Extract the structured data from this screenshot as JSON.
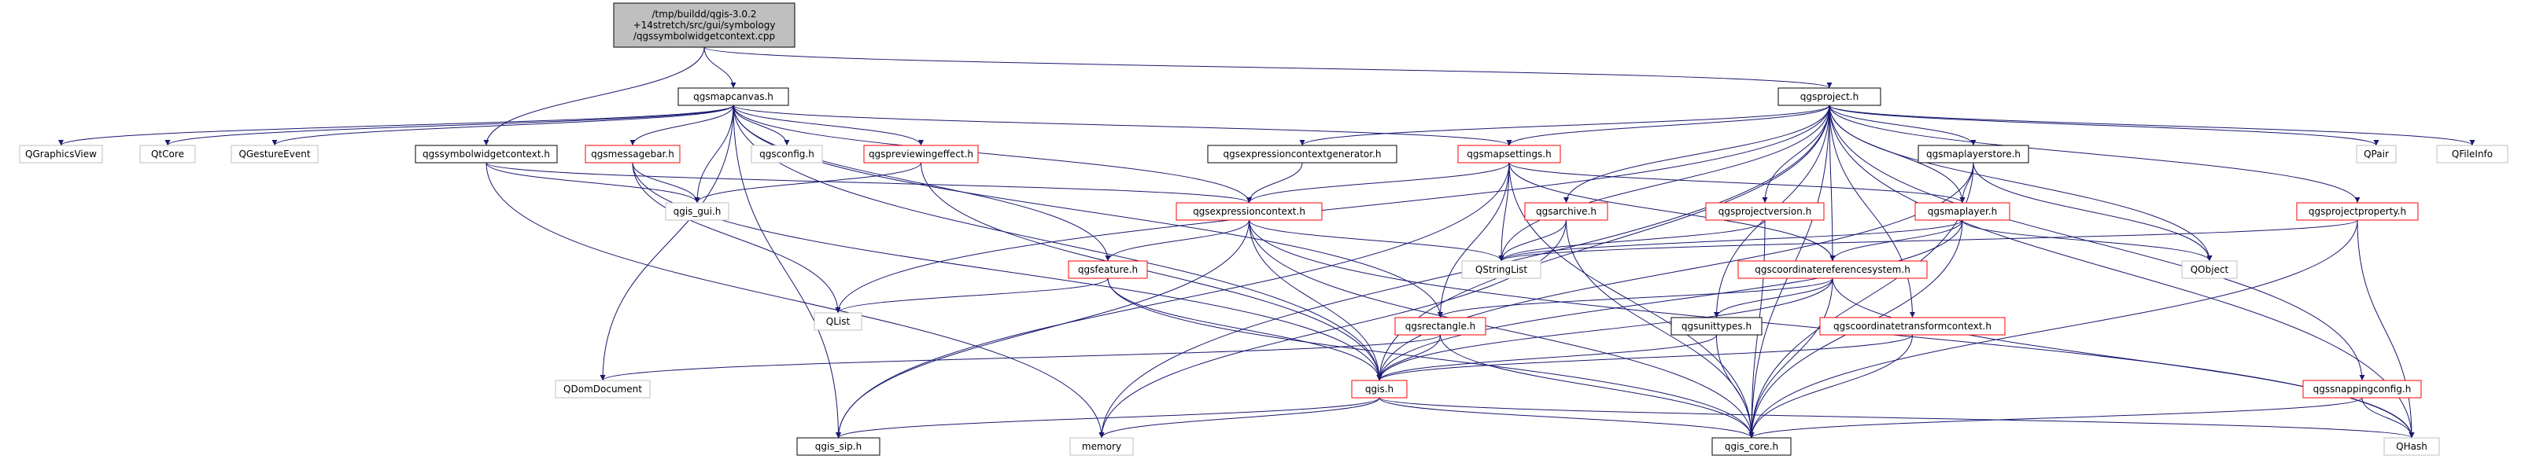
{
  "colors": {
    "edge": "#191970",
    "root_fill": "#bfbfbf",
    "node_fill": "#ffffff",
    "normal_border": "#000000",
    "link_border": "#ff0000",
    "external_border": "#bfbfbf",
    "external_text": "#7f7f7f"
  },
  "nodes": {
    "root": {
      "lines": [
        "/tmp/buildd/qgis-3.0.2",
        "+14stretch/src/gui/symbology",
        "/qgssymbolwidgetcontext.cpp"
      ],
      "kind": "root"
    },
    "qgsmapcanvas": {
      "lines": [
        "qgsmapcanvas.h"
      ],
      "kind": "normal"
    },
    "qgsproject": {
      "lines": [
        "qgsproject.h"
      ],
      "kind": "normal"
    },
    "QGraphicsView": {
      "lines": [
        "QGraphicsView"
      ],
      "kind": "external"
    },
    "QtCore": {
      "lines": [
        "QtCore"
      ],
      "kind": "external"
    },
    "QGestureEvent": {
      "lines": [
        "QGestureEvent"
      ],
      "kind": "external"
    },
    "qgssymbolwidgetcontext": {
      "lines": [
        "qgssymbolwidgetcontext.h"
      ],
      "kind": "normal"
    },
    "qgsmessagebar": {
      "lines": [
        "qgsmessagebar.h"
      ],
      "kind": "link"
    },
    "qgsconfig": {
      "lines": [
        "qgsconfig.h"
      ],
      "kind": "external"
    },
    "qgspreviewingeffect": {
      "lines": [
        "qgspreviewingeffect.h"
      ],
      "kind": "link"
    },
    "qgsexpressioncontextgenerator": {
      "lines": [
        "qgsexpressioncontextgenerator.h"
      ],
      "kind": "normal"
    },
    "qgsmapsettings": {
      "lines": [
        "qgsmapsettings.h"
      ],
      "kind": "link"
    },
    "qgsmaplayerstore": {
      "lines": [
        "qgsmaplayerstore.h"
      ],
      "kind": "normal"
    },
    "QPair": {
      "lines": [
        "QPair"
      ],
      "kind": "external"
    },
    "QFileInfo": {
      "lines": [
        "QFileInfo"
      ],
      "kind": "external"
    },
    "qgis_gui": {
      "lines": [
        "qgis_gui.h"
      ],
      "kind": "external"
    },
    "qgsexpressioncontext": {
      "lines": [
        "qgsexpressioncontext.h"
      ],
      "kind": "link"
    },
    "qgsarchive": {
      "lines": [
        "qgsarchive.h"
      ],
      "kind": "link"
    },
    "qgsprojectversion": {
      "lines": [
        "qgsprojectversion.h"
      ],
      "kind": "link"
    },
    "qgsmaplayer": {
      "lines": [
        "qgsmaplayer.h"
      ],
      "kind": "link"
    },
    "qgsprojectproperty": {
      "lines": [
        "qgsprojectproperty.h"
      ],
      "kind": "link"
    },
    "QStringList": {
      "lines": [
        "QStringList"
      ],
      "kind": "external"
    },
    "QObject": {
      "lines": [
        "QObject"
      ],
      "kind": "external"
    },
    "qgsfeature": {
      "lines": [
        "qgsfeature.h"
      ],
      "kind": "link"
    },
    "qgscoordinatereferencesystem": {
      "lines": [
        "qgscoordinatereferencesystem.h"
      ],
      "kind": "link"
    },
    "QList": {
      "lines": [
        "QList"
      ],
      "kind": "external"
    },
    "qgsrectangle": {
      "lines": [
        "qgsrectangle.h"
      ],
      "kind": "link"
    },
    "qgsunittypes": {
      "lines": [
        "qgsunittypes.h"
      ],
      "kind": "normal"
    },
    "qgscoordinatetransformcontext": {
      "lines": [
        "qgscoordinatetransformcontext.h"
      ],
      "kind": "link"
    },
    "QDomDocument": {
      "lines": [
        "QDomDocument"
      ],
      "kind": "external"
    },
    "qgis": {
      "lines": [
        "qgis.h"
      ],
      "kind": "link"
    },
    "qgssnappingconfig": {
      "lines": [
        "qgssnappingconfig.h"
      ],
      "kind": "link"
    },
    "qgis_sip": {
      "lines": [
        "qgis_sip.h"
      ],
      "kind": "normal"
    },
    "memory": {
      "lines": [
        "memory"
      ],
      "kind": "external"
    },
    "qgis_core": {
      "lines": [
        "qgis_core.h"
      ],
      "kind": "normal"
    },
    "QHash": {
      "lines": [
        "QHash"
      ],
      "kind": "external"
    }
  },
  "edges": [
    [
      "root",
      "qgsmapcanvas"
    ],
    [
      "root",
      "qgsproject"
    ],
    [
      "root",
      "qgssymbolwidgetcontext"
    ],
    [
      "qgsmapcanvas",
      "QGraphicsView"
    ],
    [
      "qgsmapcanvas",
      "QtCore"
    ],
    [
      "qgsmapcanvas",
      "QGestureEvent"
    ],
    [
      "qgsmapcanvas",
      "qgsconfig"
    ],
    [
      "qgsmapcanvas",
      "qgsmessagebar"
    ],
    [
      "qgsmapcanvas",
      "qgspreviewingeffect"
    ],
    [
      "qgsmapcanvas",
      "qgsmapsettings"
    ],
    [
      "qgsmapcanvas",
      "qgis_gui"
    ],
    [
      "qgsmapcanvas",
      "qgsexpressioncontext"
    ],
    [
      "qgsmapcanvas",
      "qgsfeature"
    ],
    [
      "qgsmapcanvas",
      "qgsrectangle"
    ],
    [
      "qgsmapcanvas",
      "QDomDocument"
    ],
    [
      "qgsmapcanvas",
      "qgis"
    ],
    [
      "qgsmapcanvas",
      "qgis_sip"
    ],
    [
      "qgsproject",
      "qgsexpressioncontextgenerator"
    ],
    [
      "qgsproject",
      "qgsmapsettings"
    ],
    [
      "qgsproject",
      "qgsmaplayerstore"
    ],
    [
      "qgsproject",
      "QPair"
    ],
    [
      "qgsproject",
      "QFileInfo"
    ],
    [
      "qgsproject",
      "qgsarchive"
    ],
    [
      "qgsproject",
      "qgsprojectversion"
    ],
    [
      "qgsproject",
      "qgsmaplayer"
    ],
    [
      "qgsproject",
      "qgsprojectproperty"
    ],
    [
      "qgsproject",
      "QStringList"
    ],
    [
      "qgsproject",
      "QObject"
    ],
    [
      "qgsproject",
      "qgscoordinatereferencesystem"
    ],
    [
      "qgsproject",
      "QList"
    ],
    [
      "qgsproject",
      "qgsunittypes"
    ],
    [
      "qgsproject",
      "qgscoordinatetransformcontext"
    ],
    [
      "qgsproject",
      "qgis"
    ],
    [
      "qgsproject",
      "qgssnappingconfig"
    ],
    [
      "qgsproject",
      "memory"
    ],
    [
      "qgsproject",
      "qgis_core"
    ],
    [
      "qgsproject",
      "QHash"
    ],
    [
      "qgssymbolwidgetcontext",
      "qgis_gui"
    ],
    [
      "qgssymbolwidgetcontext",
      "qgsexpressioncontext"
    ],
    [
      "qgssymbolwidgetcontext",
      "memory"
    ],
    [
      "qgsmessagebar",
      "qgis_gui"
    ],
    [
      "qgsmessagebar",
      "QList"
    ],
    [
      "qgsmessagebar",
      "qgis"
    ],
    [
      "qgspreviewingeffect",
      "qgis_gui"
    ],
    [
      "qgspreviewingeffect",
      "qgis"
    ],
    [
      "qgsexpressioncontextgenerator",
      "qgsexpressioncontext"
    ],
    [
      "qgsmapsettings",
      "qgsexpressioncontext"
    ],
    [
      "qgsmapsettings",
      "QStringList"
    ],
    [
      "qgsmapsettings",
      "qgsmaplayer"
    ],
    [
      "qgsmapsettings",
      "qgscoordinatereferencesystem"
    ],
    [
      "qgsmapsettings",
      "qgsrectangle"
    ],
    [
      "qgsmapsettings",
      "qgis_core"
    ],
    [
      "qgsmapsettings",
      "qgis_sip"
    ],
    [
      "qgsmaplayerstore",
      "qgsmaplayer"
    ],
    [
      "qgsmaplayerstore",
      "QObject"
    ],
    [
      "qgsmaplayerstore",
      "qgis"
    ],
    [
      "qgsmaplayerstore",
      "qgis_core"
    ],
    [
      "qgsexpressioncontext",
      "QStringList"
    ],
    [
      "qgsexpressioncontext",
      "qgsfeature"
    ],
    [
      "qgsexpressioncontext",
      "QHash"
    ],
    [
      "qgsexpressioncontext",
      "qgis"
    ],
    [
      "qgsexpressioncontext",
      "qgis_core"
    ],
    [
      "qgsexpressioncontext",
      "qgis_sip"
    ],
    [
      "qgsarchive",
      "QStringList"
    ],
    [
      "qgsarchive",
      "memory"
    ],
    [
      "qgsarchive",
      "qgis_core"
    ],
    [
      "qgsprojectversion",
      "QStringList"
    ],
    [
      "qgsprojectversion",
      "qgis_core"
    ],
    [
      "qgsmaplayer",
      "QStringList"
    ],
    [
      "qgsmaplayer",
      "QObject"
    ],
    [
      "qgsmaplayer",
      "qgscoordinatereferencesystem"
    ],
    [
      "qgsmaplayer",
      "qgis"
    ],
    [
      "qgsmaplayer",
      "qgis_core"
    ],
    [
      "qgsprojectproperty",
      "QStringList"
    ],
    [
      "qgsprojectproperty",
      "QHash"
    ],
    [
      "qgsprojectproperty",
      "qgis_core"
    ],
    [
      "qgsfeature",
      "QList"
    ],
    [
      "qgsfeature",
      "qgis"
    ],
    [
      "qgsfeature",
      "qgis_core"
    ],
    [
      "qgscoordinatereferencesystem",
      "qgsrectangle"
    ],
    [
      "qgscoordinatereferencesystem",
      "qgsunittypes"
    ],
    [
      "qgscoordinatereferencesystem",
      "qgis"
    ],
    [
      "qgscoordinatereferencesystem",
      "QHash"
    ],
    [
      "qgscoordinatereferencesystem",
      "qgis_core"
    ],
    [
      "qgsrectangle",
      "QDomDocument"
    ],
    [
      "qgsrectangle",
      "qgis"
    ],
    [
      "qgsrectangle",
      "qgis_core"
    ],
    [
      "qgsunittypes",
      "qgis"
    ],
    [
      "qgsunittypes",
      "qgis_core"
    ],
    [
      "qgscoordinatetransformcontext",
      "qgis"
    ],
    [
      "qgscoordinatetransformcontext",
      "qgis_core"
    ],
    [
      "qgis",
      "qgis_sip"
    ],
    [
      "qgis",
      "memory"
    ],
    [
      "qgis",
      "qgis_core"
    ],
    [
      "qgis",
      "QHash"
    ],
    [
      "qgssnappingconfig",
      "qgis_core"
    ],
    [
      "qgssnappingconfig",
      "QHash"
    ]
  ]
}
